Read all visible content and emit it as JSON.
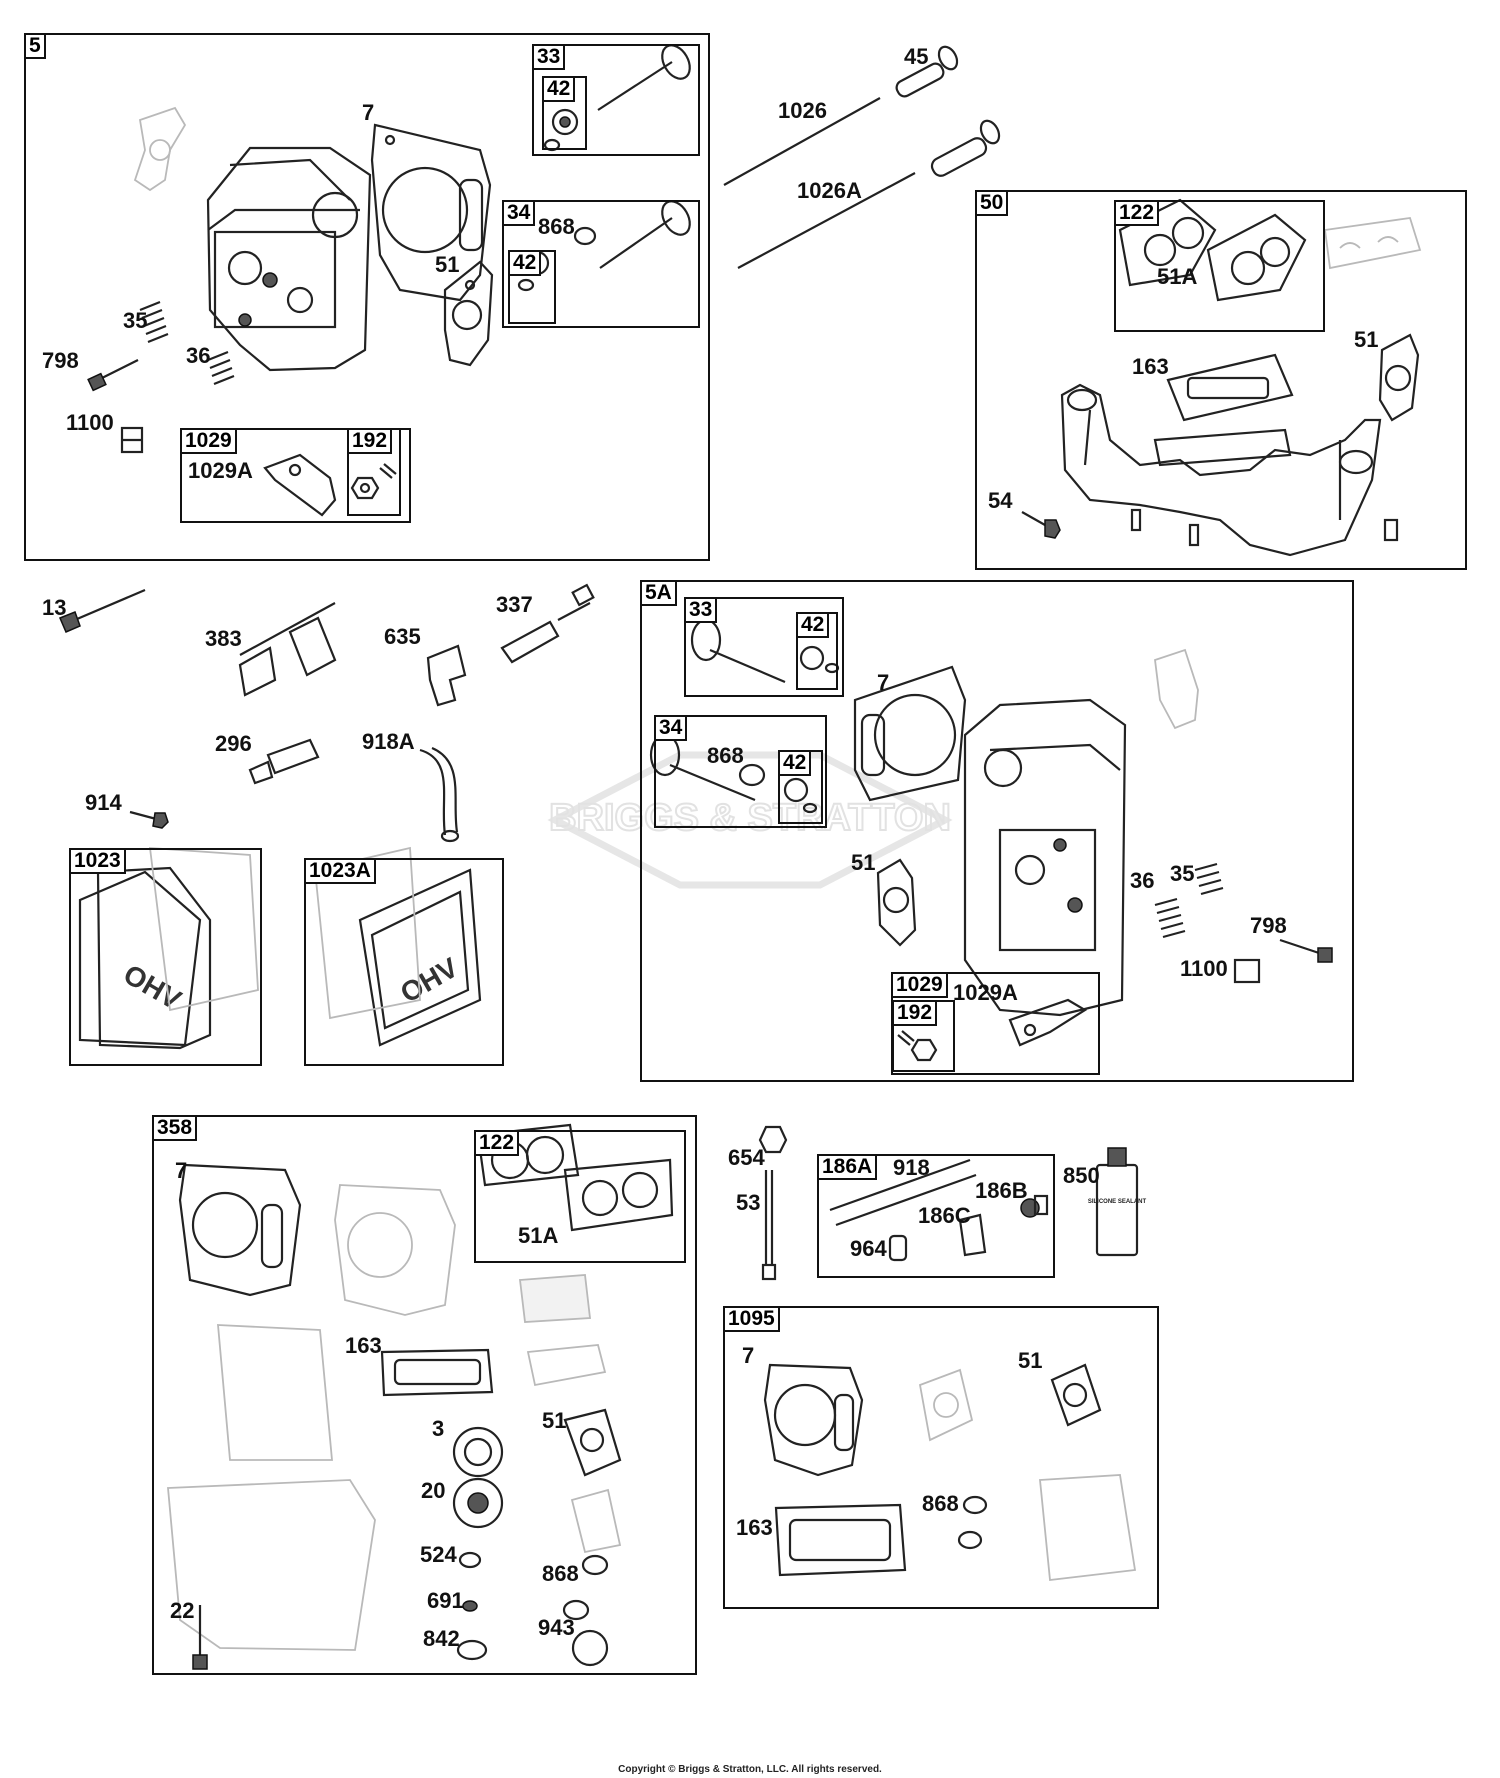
{
  "boxes": {
    "b5": "5",
    "b33": "33",
    "b42a": "42",
    "b34": "34",
    "b42b": "42",
    "b1029": "1029",
    "b192": "192",
    "b50": "50",
    "b122": "122",
    "b5A": "5A",
    "b33b": "33",
    "b42c": "42",
    "b34b": "34",
    "b42d": "42",
    "b1029b": "1029",
    "b192b": "192",
    "b1023": "1023",
    "b1023A": "1023A",
    "b358": "358",
    "b122b": "122",
    "b186A": "186A",
    "b1095": "1095"
  },
  "callouts": {
    "c7a": "7",
    "c868a": "868",
    "c51a": "51",
    "c35a": "35",
    "c36a": "36",
    "c798a": "798",
    "c1100a": "1100",
    "c1029Aa": "1029A",
    "c45": "45",
    "c1026": "1026",
    "c1026A": "1026A",
    "c51Aa": "51A",
    "c51b": "51",
    "c163a": "163",
    "c54": "54",
    "c13": "13",
    "c383": "383",
    "c635": "635",
    "c337": "337",
    "c296": "296",
    "c918A": "918A",
    "c914": "914",
    "c7b": "7",
    "c868b": "868",
    "c51c": "51",
    "c35b": "35",
    "c36b": "36",
    "c798b": "798",
    "c1100b": "1100",
    "c1029Ab": "1029A",
    "c7c": "7",
    "c51Ab": "51A",
    "c163b": "163",
    "c3": "3",
    "c51d": "51",
    "c20": "20",
    "c524": "524",
    "c868c": "868",
    "c691": "691",
    "c22": "22",
    "c842": "842",
    "c943": "943",
    "c654": "654",
    "c53": "53",
    "c918": "918",
    "c186B": "186B",
    "c186C": "186C",
    "c964": "964",
    "c850": "850",
    "c7d": "7",
    "c51e": "51",
    "c868d": "868",
    "c163c": "163"
  },
  "sealant_label": "SILICONE SEALANT",
  "cover_text": "OHV",
  "watermark": "BRIGGS & STRATTON",
  "copyright": "Copyright © Briggs & Stratton, LLC. All rights reserved."
}
